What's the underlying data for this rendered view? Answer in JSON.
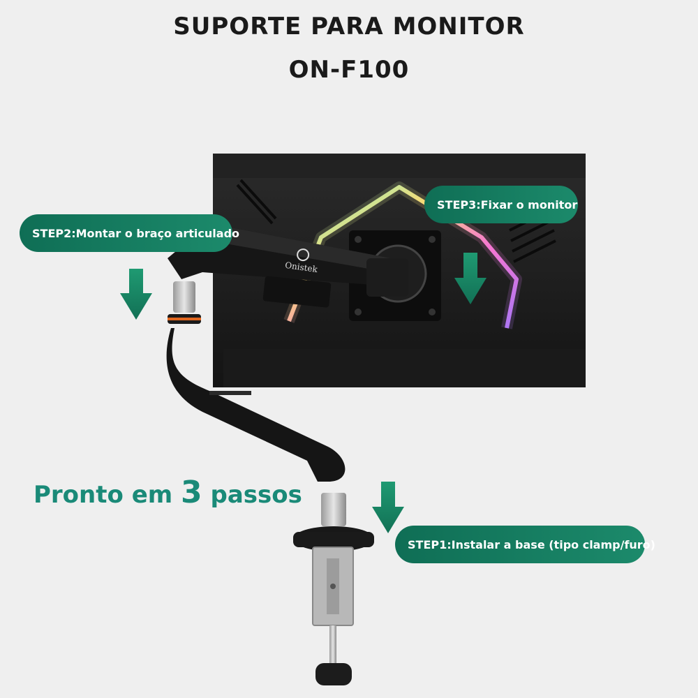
{
  "title_line1": "SUPORTE PARA MONITOR",
  "title_line2": "ON-F100",
  "brand_logo_text": "Onistek",
  "steps": {
    "step1": "STEP1:Instalar a base (tipo clamp/furo)",
    "step2": "STEP2:Montar o braço articulado",
    "step3": "STEP3:Fixar o monitor"
  },
  "tagline": {
    "prefix": "Pronto em",
    "number": "3",
    "suffix": "passos"
  },
  "colors": {
    "accent_green": "#1a8a78",
    "pill_green": "#157a60",
    "background": "#efefef"
  }
}
